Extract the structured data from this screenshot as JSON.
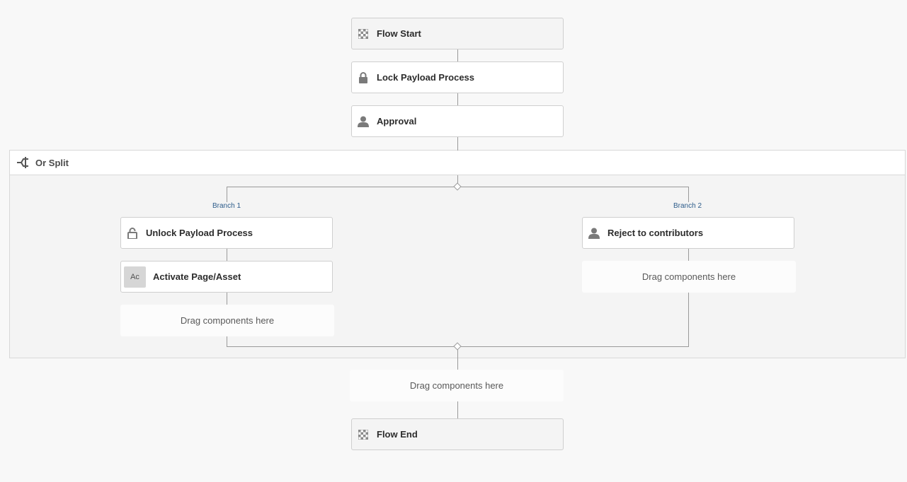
{
  "workflow": {
    "flow_start": {
      "label": "Flow Start",
      "icon": "checkered-flag-icon"
    },
    "lock_payload": {
      "label": "Lock Payload Process",
      "icon": "lock-icon"
    },
    "approval": {
      "label": "Approval",
      "icon": "user-icon"
    },
    "or_split": {
      "label": "Or Split",
      "icon": "split-icon",
      "branches": [
        {
          "label": "Branch 1",
          "steps": [
            {
              "label": "Unlock Payload Process",
              "icon": "unlock-icon"
            },
            {
              "label": "Activate Page/Asset",
              "badge": "Ac"
            }
          ],
          "dropzone": "Drag components here"
        },
        {
          "label": "Branch 2",
          "steps": [
            {
              "label": "Reject to contributors",
              "icon": "user-icon"
            }
          ],
          "dropzone": "Drag components here"
        }
      ]
    },
    "main_dropzone": "Drag components here",
    "flow_end": {
      "label": "Flow End",
      "icon": "checkered-flag-icon"
    }
  },
  "colors": {
    "background": "#f8f8f8",
    "node_border": "#cfcfcf",
    "connector": "#9a9a9a",
    "branch_label": "#2d5c8a"
  }
}
